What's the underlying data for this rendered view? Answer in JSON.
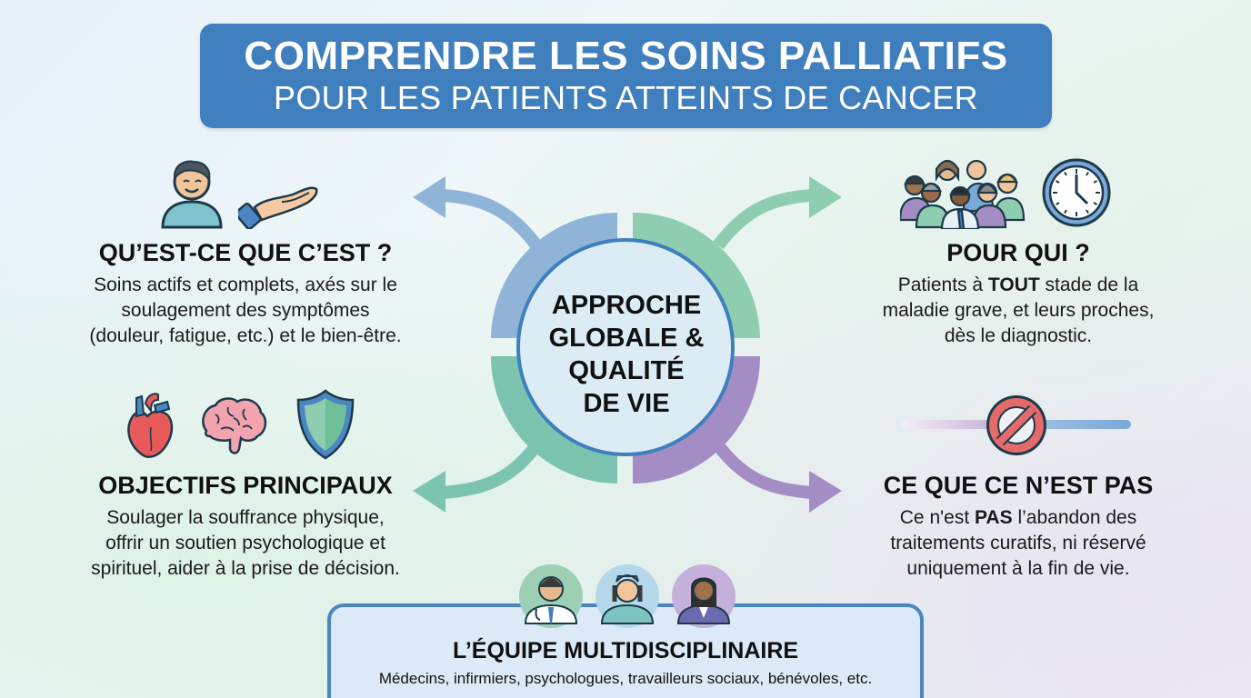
{
  "title": {
    "line1": "COMPRENDRE LES SOINS PALLIATIFS",
    "line2": "POUR LES PATIENTS ATTEINTS DE CANCER"
  },
  "center": {
    "lines": [
      "APPROCHE",
      "GLOBALE &",
      "QUALITÉ",
      "DE VIE"
    ],
    "colors": {
      "top_left": "#8fb4d8",
      "top_right": "#8fcdb0",
      "bottom_left": "#7cc4b0",
      "bottom_right": "#a48cc4",
      "circle_fill": "#dcecf5",
      "circle_border": "#3f7fbd"
    }
  },
  "sections": {
    "what": {
      "heading": "QU’EST-CE QUE C’EST ?",
      "lines": [
        "Soins actifs et complets, axés sur le",
        "soulagement des symptômes",
        "(douleur, fatigue, etc.) et le bien-être."
      ],
      "icons": [
        "smiling-person-icon",
        "open-hand-icon"
      ]
    },
    "who": {
      "heading": "POUR QUI ?",
      "line1_pre": "Patients à ",
      "line1_bold": "TOUT",
      "line1_post": " stade de la",
      "lines": [
        "maladie grave, et leurs proches,",
        "dès le diagnostic."
      ],
      "icons": [
        "group-of-people-icon",
        "clock-icon"
      ]
    },
    "goals": {
      "heading": "OBJECTIFS PRINCIPAUX",
      "lines": [
        "Soulager la souffrance physique,",
        "offrir un soutien psychologique et",
        "spirituel, aider à la prise de décision."
      ],
      "icons": [
        "heart-icon",
        "brain-icon",
        "shield-icon"
      ]
    },
    "not": {
      "heading": "CE QUE CE N’EST PAS",
      "line1_pre": "Ce n'est ",
      "line1_bold": "PAS",
      "line1_post": " l’abandon des",
      "lines": [
        "traitements curatifs, ni réservé",
        "uniquement à la fin de vie."
      ],
      "icons": [
        "prohibited-icon"
      ]
    }
  },
  "team": {
    "heading": "L’ÉQUIPE MULTIDISCIPLINAIRE",
    "description": "Médecins, infirmiers, psychologues, travailleurs sociaux, bénévoles, etc.",
    "avatars": [
      "doctor-avatar",
      "nurse-avatar",
      "professional-avatar"
    ]
  }
}
